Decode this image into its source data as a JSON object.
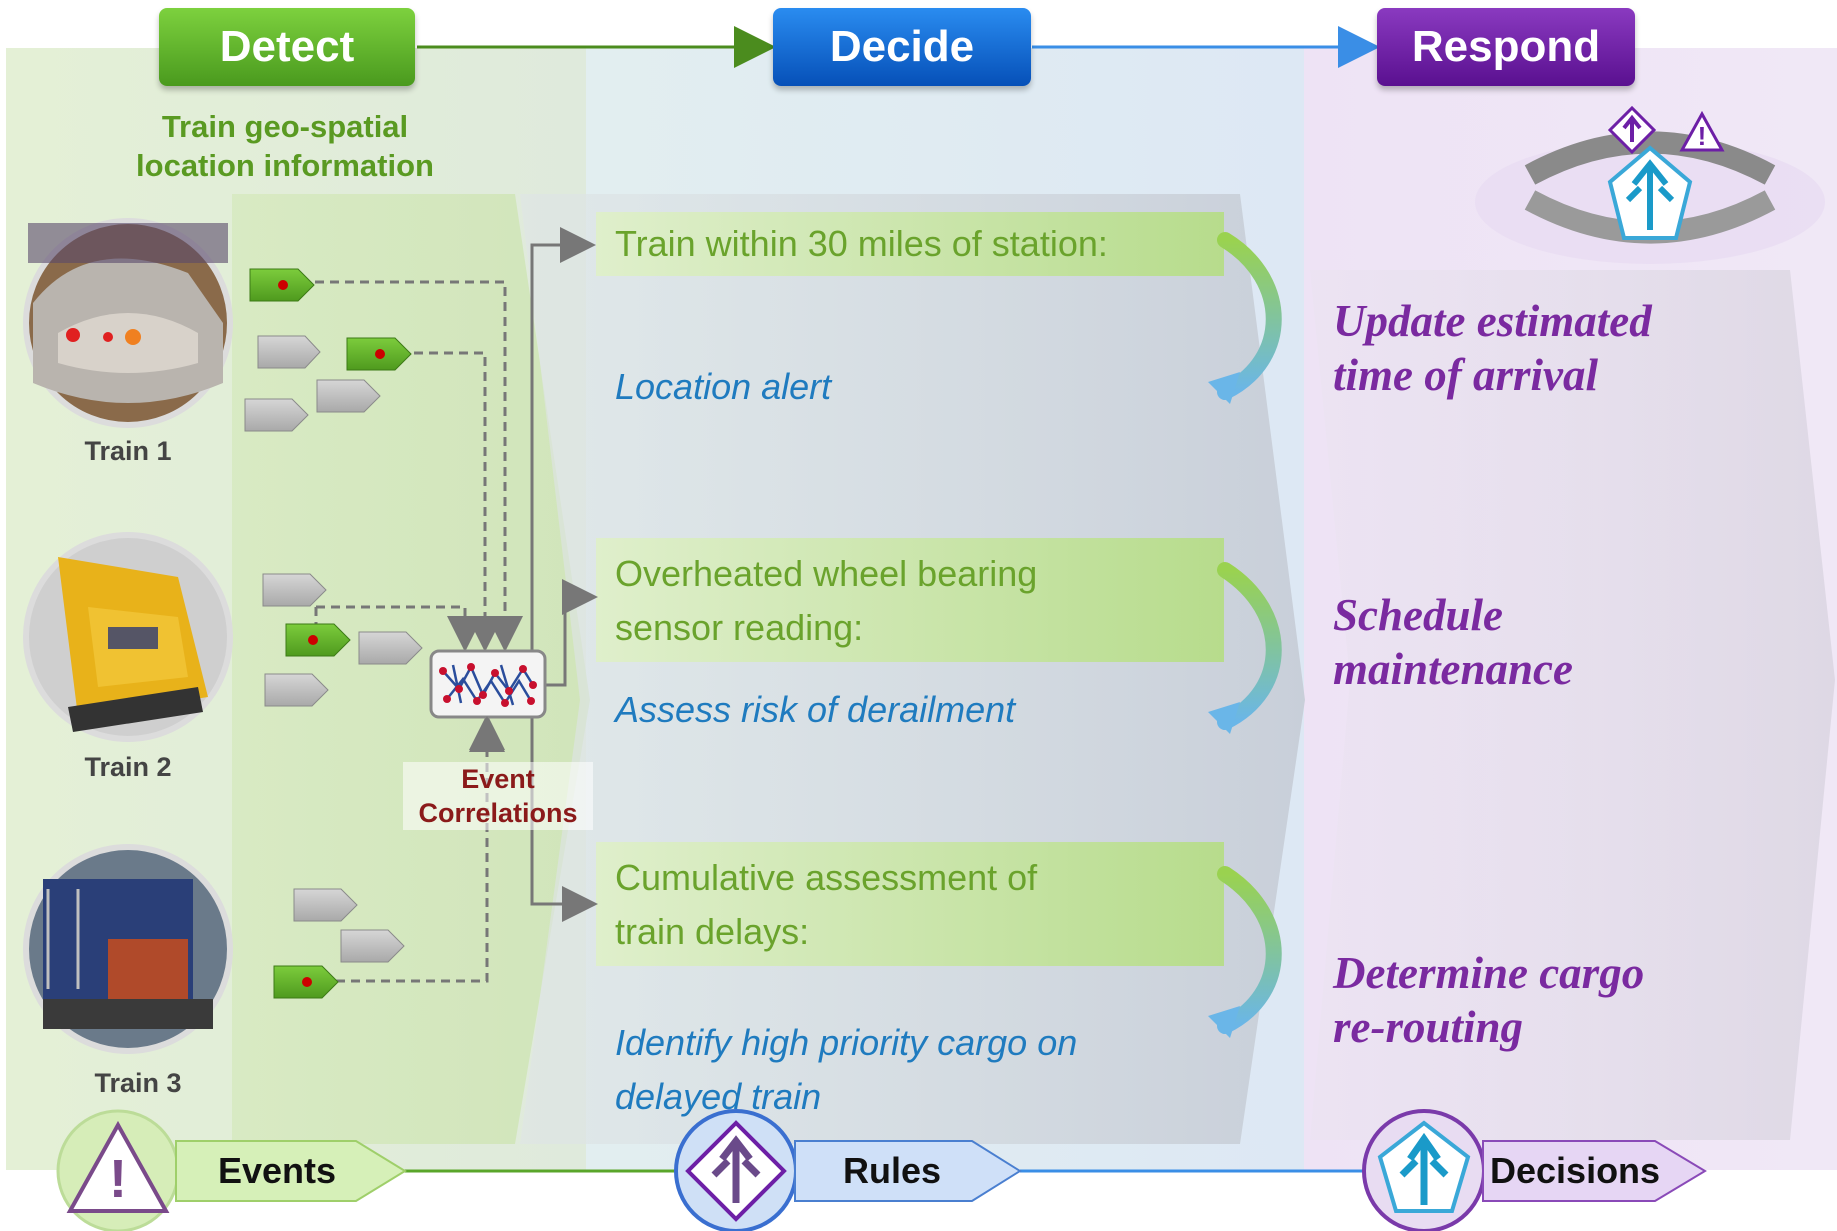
{
  "stages": {
    "detect": "Detect",
    "decide": "Decide",
    "respond": "Respond"
  },
  "detect": {
    "subtitle_line1": "Train geo-spatial",
    "subtitle_line2": "location information",
    "trains": [
      "Train 1",
      "Train 2",
      "Train 3"
    ],
    "correlation_line1": "Event",
    "correlation_line2": "Correlations"
  },
  "rules": [
    {
      "title_line1": "Train within 30 miles of station:",
      "title_line2": "",
      "action_line1": "Location alert",
      "action_line2": ""
    },
    {
      "title_line1": "Overheated wheel bearing",
      "title_line2": "sensor reading:",
      "action_line1": "Assess risk of derailment",
      "action_line2": ""
    },
    {
      "title_line1": "Cumulative assessment of",
      "title_line2": "train delays:",
      "action_line1": "Identify high priority cargo on",
      "action_line2": "delayed train"
    }
  ],
  "decisions": [
    {
      "line1": "Update estimated",
      "line2": "time of arrival"
    },
    {
      "line1": "Schedule",
      "line2": "maintenance"
    },
    {
      "line1": "Determine cargo",
      "line2": "re-routing"
    }
  ],
  "footer": {
    "events": "Events",
    "rules": "Rules",
    "decisions": "Decisions"
  },
  "colors": {
    "detect": "#5cb82a",
    "decide": "#0a63d6",
    "respond": "#6d1fa6",
    "rule_title": "#6aa32c",
    "rule_action": "#1f7bbf",
    "decision_text": "#7a2aa0",
    "correlation_text": "#8b1a1a"
  },
  "icons": [
    "warning-icon",
    "fork-arrow-icon",
    "fork-arrow-icon",
    "cycle-icon",
    "network-icon"
  ]
}
